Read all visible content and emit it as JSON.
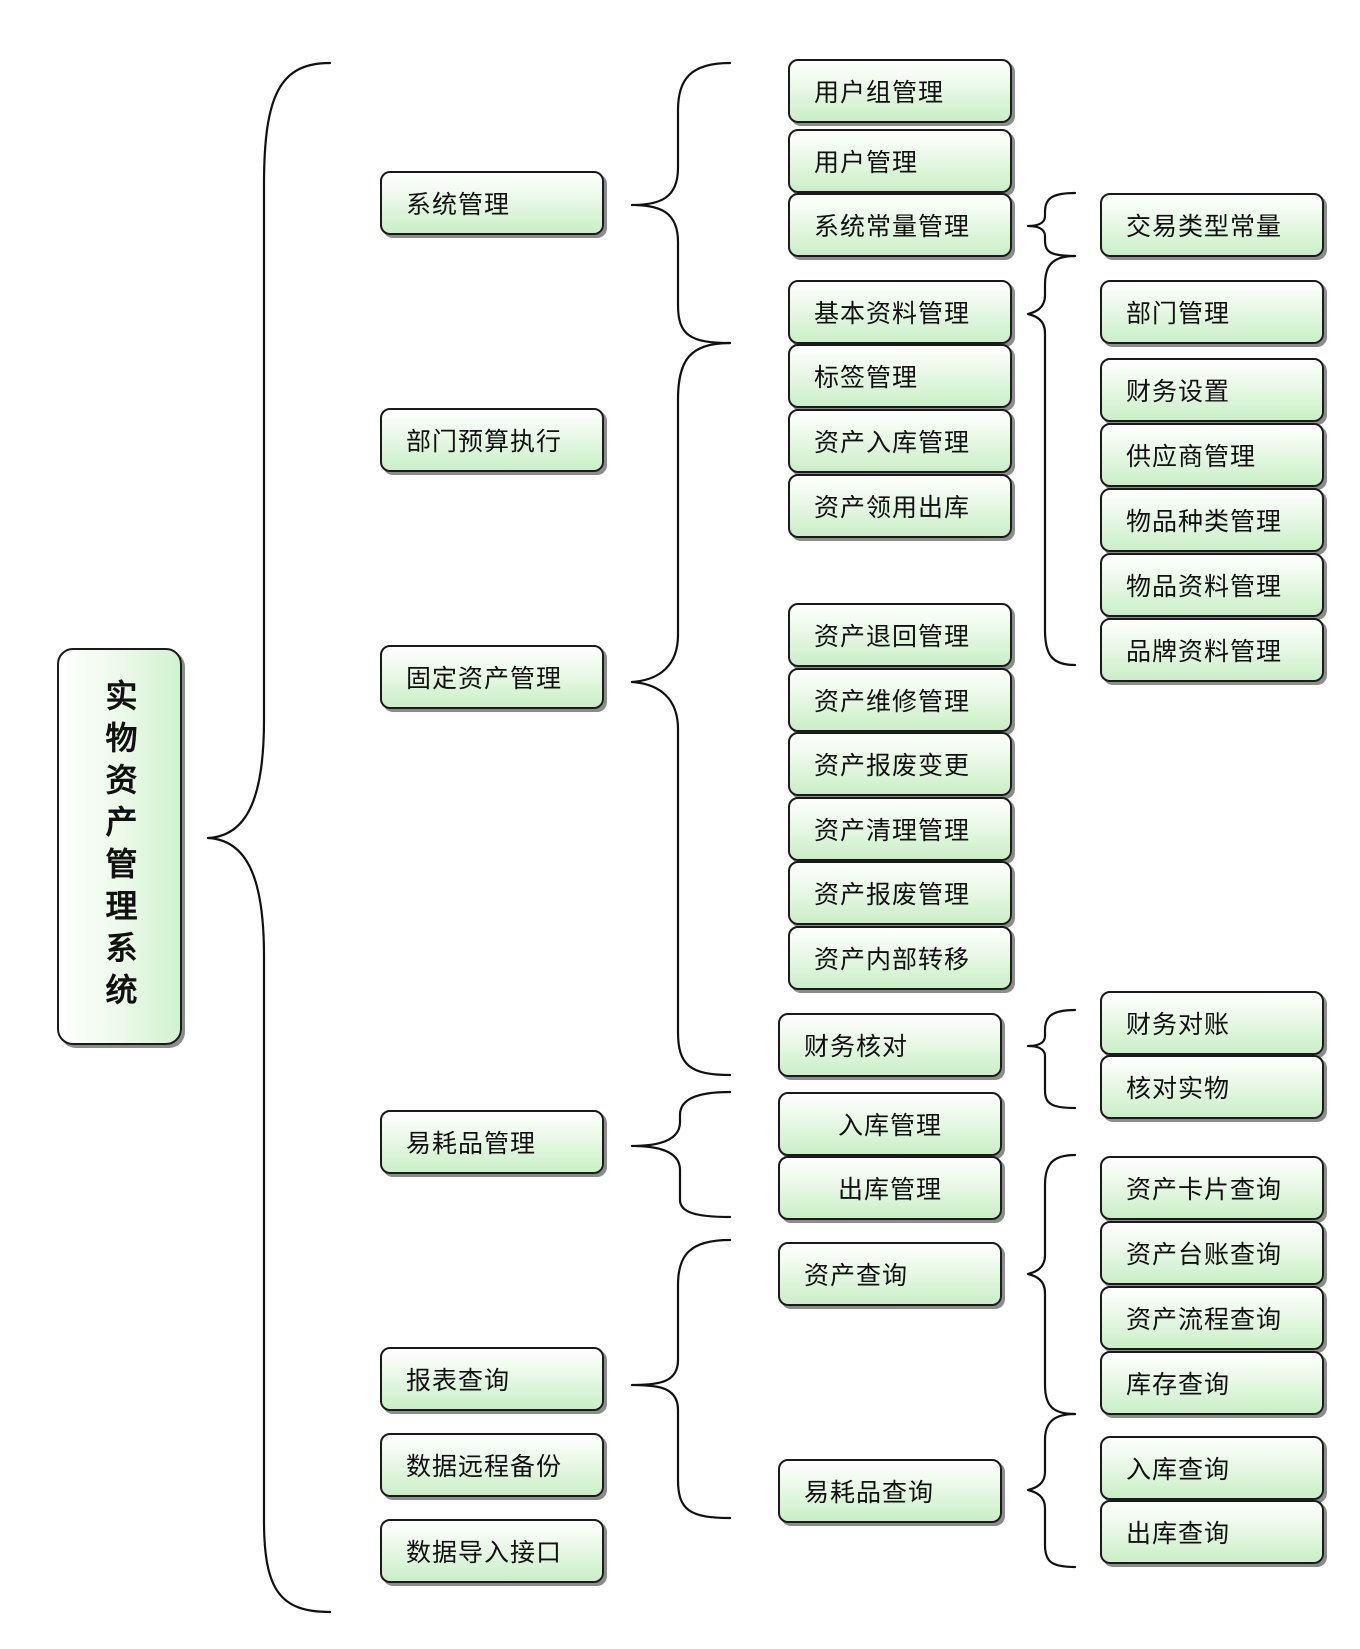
{
  "root": "实物资产管理系统",
  "level1": {
    "system_mgmt": "系统管理",
    "dept_budget": "部门预算执行",
    "fixed_assets": "固定资产管理",
    "consumables": "易耗品管理",
    "reports": "报表查询",
    "remote_backup": "数据远程备份",
    "import_interface": "数据导入接口"
  },
  "level2": {
    "user_group_mgmt": "用户组管理",
    "user_mgmt": "用户管理",
    "system_const_mgmt": "系统常量管理",
    "basic_data_mgmt": "基本资料管理",
    "label_mgmt": "标签管理",
    "asset_stockin_mgmt": "资产入库管理",
    "asset_issue_out": "资产领用出库",
    "asset_return_mgmt": "资产退回管理",
    "asset_repair_mgmt": "资产维修管理",
    "asset_scrap_change": "资产报废变更",
    "asset_cleanup_mgmt": "资产清理管理",
    "asset_scrap_mgmt": "资产报废管理",
    "asset_internal_transfer": "资产内部转移",
    "finance_check": "财务核对",
    "stockin_mgmt": "入库管理",
    "stockout_mgmt": "出库管理",
    "asset_query": "资产查询",
    "consumable_query": "易耗品查询"
  },
  "level3": {
    "trade_type_const": "交易类型常量",
    "dept_mgmt": "部门管理",
    "finance_settings": "财务设置",
    "supplier_mgmt": "供应商管理",
    "item_category_mgmt": "物品种类管理",
    "item_data_mgmt": "物品资料管理",
    "brand_data_mgmt": "品牌资料管理",
    "finance_reconcile": "财务对账",
    "verify_physical": "核对实物",
    "asset_card_query": "资产卡片查询",
    "asset_ledger_query": "资产台账查询",
    "asset_process_query": "资产流程查询",
    "inventory_query": "库存查询",
    "stockin_query": "入库查询",
    "stockout_query": "出库查询"
  }
}
